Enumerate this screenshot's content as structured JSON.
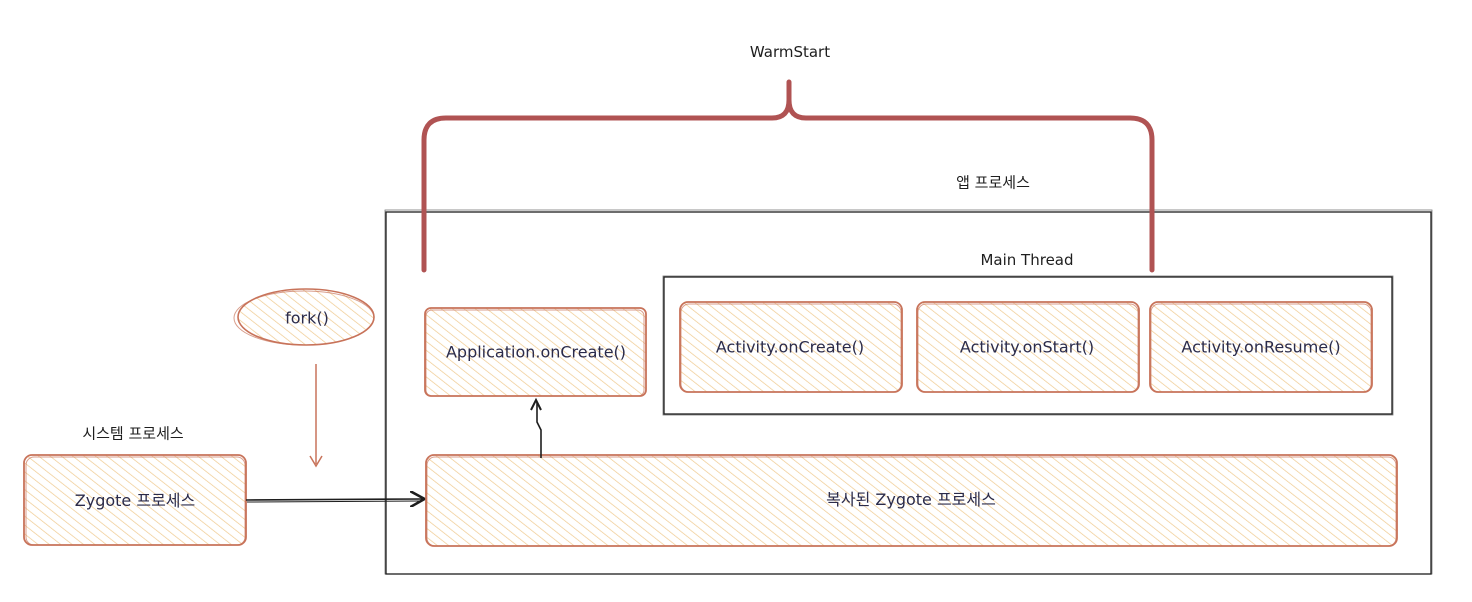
{
  "labels": {
    "warmstart": "WarmStart",
    "app_process": "앱 프로세스",
    "main_thread": "Main Thread",
    "system_process": "시스템 프로세스",
    "fork": "fork()"
  },
  "boxes": {
    "application_oncreate": "Application.onCreate()",
    "activity_oncreate": "Activity.onCreate()",
    "activity_onstart": "Activity.onStart()",
    "activity_onresume": "Activity.onResume()",
    "zygote": "Zygote 프로세스",
    "copied_zygote": "복사된 Zygote 프로세스"
  },
  "colors": {
    "box_stroke": "#c8735a",
    "box_fill": "#f5deb3",
    "hatch": "#efc98e",
    "brace": "#b05353",
    "frame": "#1e1e1e",
    "text": "#2b2b4a"
  }
}
